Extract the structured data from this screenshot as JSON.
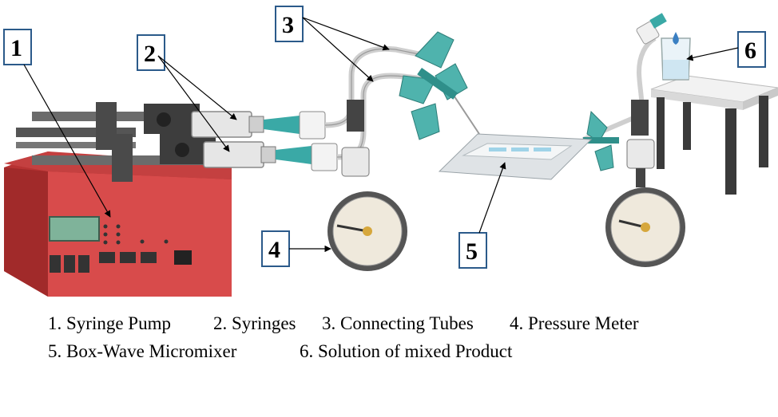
{
  "callouts": [
    "1",
    "2",
    "3",
    "4",
    "5",
    "6"
  ],
  "legend": {
    "row1": [
      "1. Syringe Pump",
      "2. Syringes",
      "3. Connecting Tubes",
      "4. Pressure Meter"
    ],
    "row2": [
      "5. Box-Wave Micromixer",
      "6. Solution of mixed Product"
    ]
  },
  "colors": {
    "pump_body": "#d84b4b",
    "pump_dark": "#b83333",
    "pump_screen": "#7fb39a",
    "syringe_barrel": "#e6e6e6",
    "needle_connector": "#3aa9a6",
    "butterfly_wing": "#4fb3ad",
    "gauge_face": "#efe9dc",
    "table_top": "#f2f2f2",
    "table_legs": "#3a3a3a",
    "box_border": "#2b5a8a"
  }
}
